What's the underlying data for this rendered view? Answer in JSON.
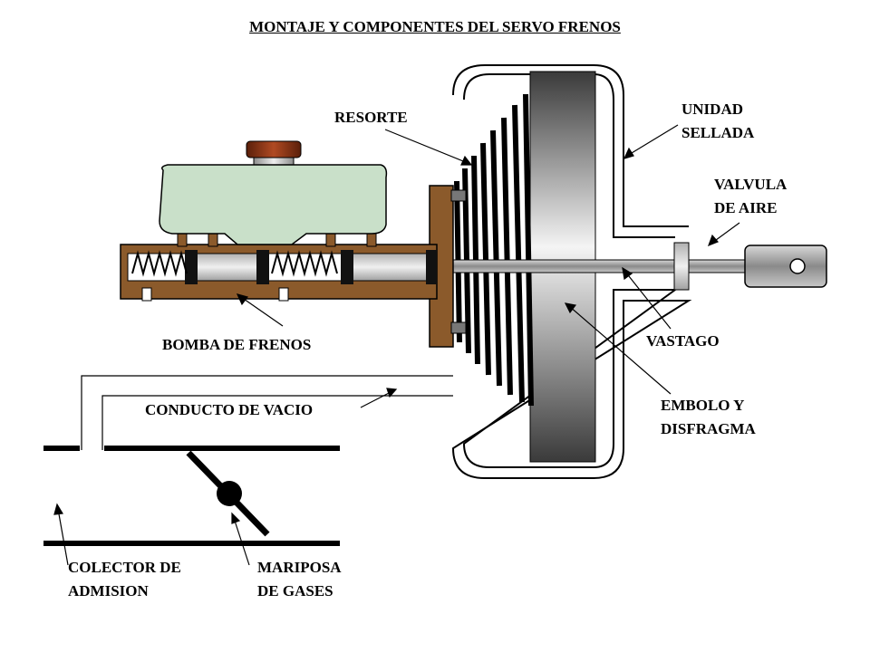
{
  "title": "MONTAJE Y COMPONENTES DEL SERVO FRENOS",
  "labels": {
    "resorte": "RESORTE",
    "unidad_sellada": [
      "UNIDAD",
      "SELLADA"
    ],
    "valvula_de_aire": [
      "VALVULA",
      "DE AIRE"
    ],
    "bomba_de_frenos": "BOMBA DE FRENOS",
    "vastago": "VASTAGO",
    "conducto_de_vacio": "CONDUCTO DE VACIO",
    "embolo_y_diafragma": [
      "EMBOLO Y",
      "DISFRAGMA"
    ],
    "colector_de_admision": [
      "COLECTOR DE",
      "ADMISION"
    ],
    "mariposa_de_gases": [
      "MARIPOSA",
      "DE GASES"
    ]
  },
  "colors": {
    "reservoir": "#c9e0c9",
    "cap": "#8b3a1a",
    "bronze": "#8b5a2b",
    "steel": "#9a9a9a",
    "booster_light": "#ffffff",
    "booster_dark": "#2a2a2a"
  }
}
